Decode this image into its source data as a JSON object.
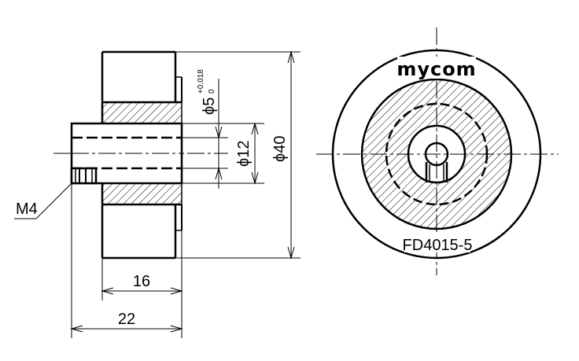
{
  "drawing": {
    "side_view": {
      "dim_16": "16",
      "dim_22": "22",
      "dim_phi12": "ϕ12",
      "dim_phi40": "ϕ40",
      "dim_phi5": "ϕ5",
      "tol_upper": "+0.018",
      "tol_lower": "0",
      "thread_label": "M4"
    },
    "front_view": {
      "logo": "mycom",
      "part_number": "FD4015-5"
    }
  }
}
